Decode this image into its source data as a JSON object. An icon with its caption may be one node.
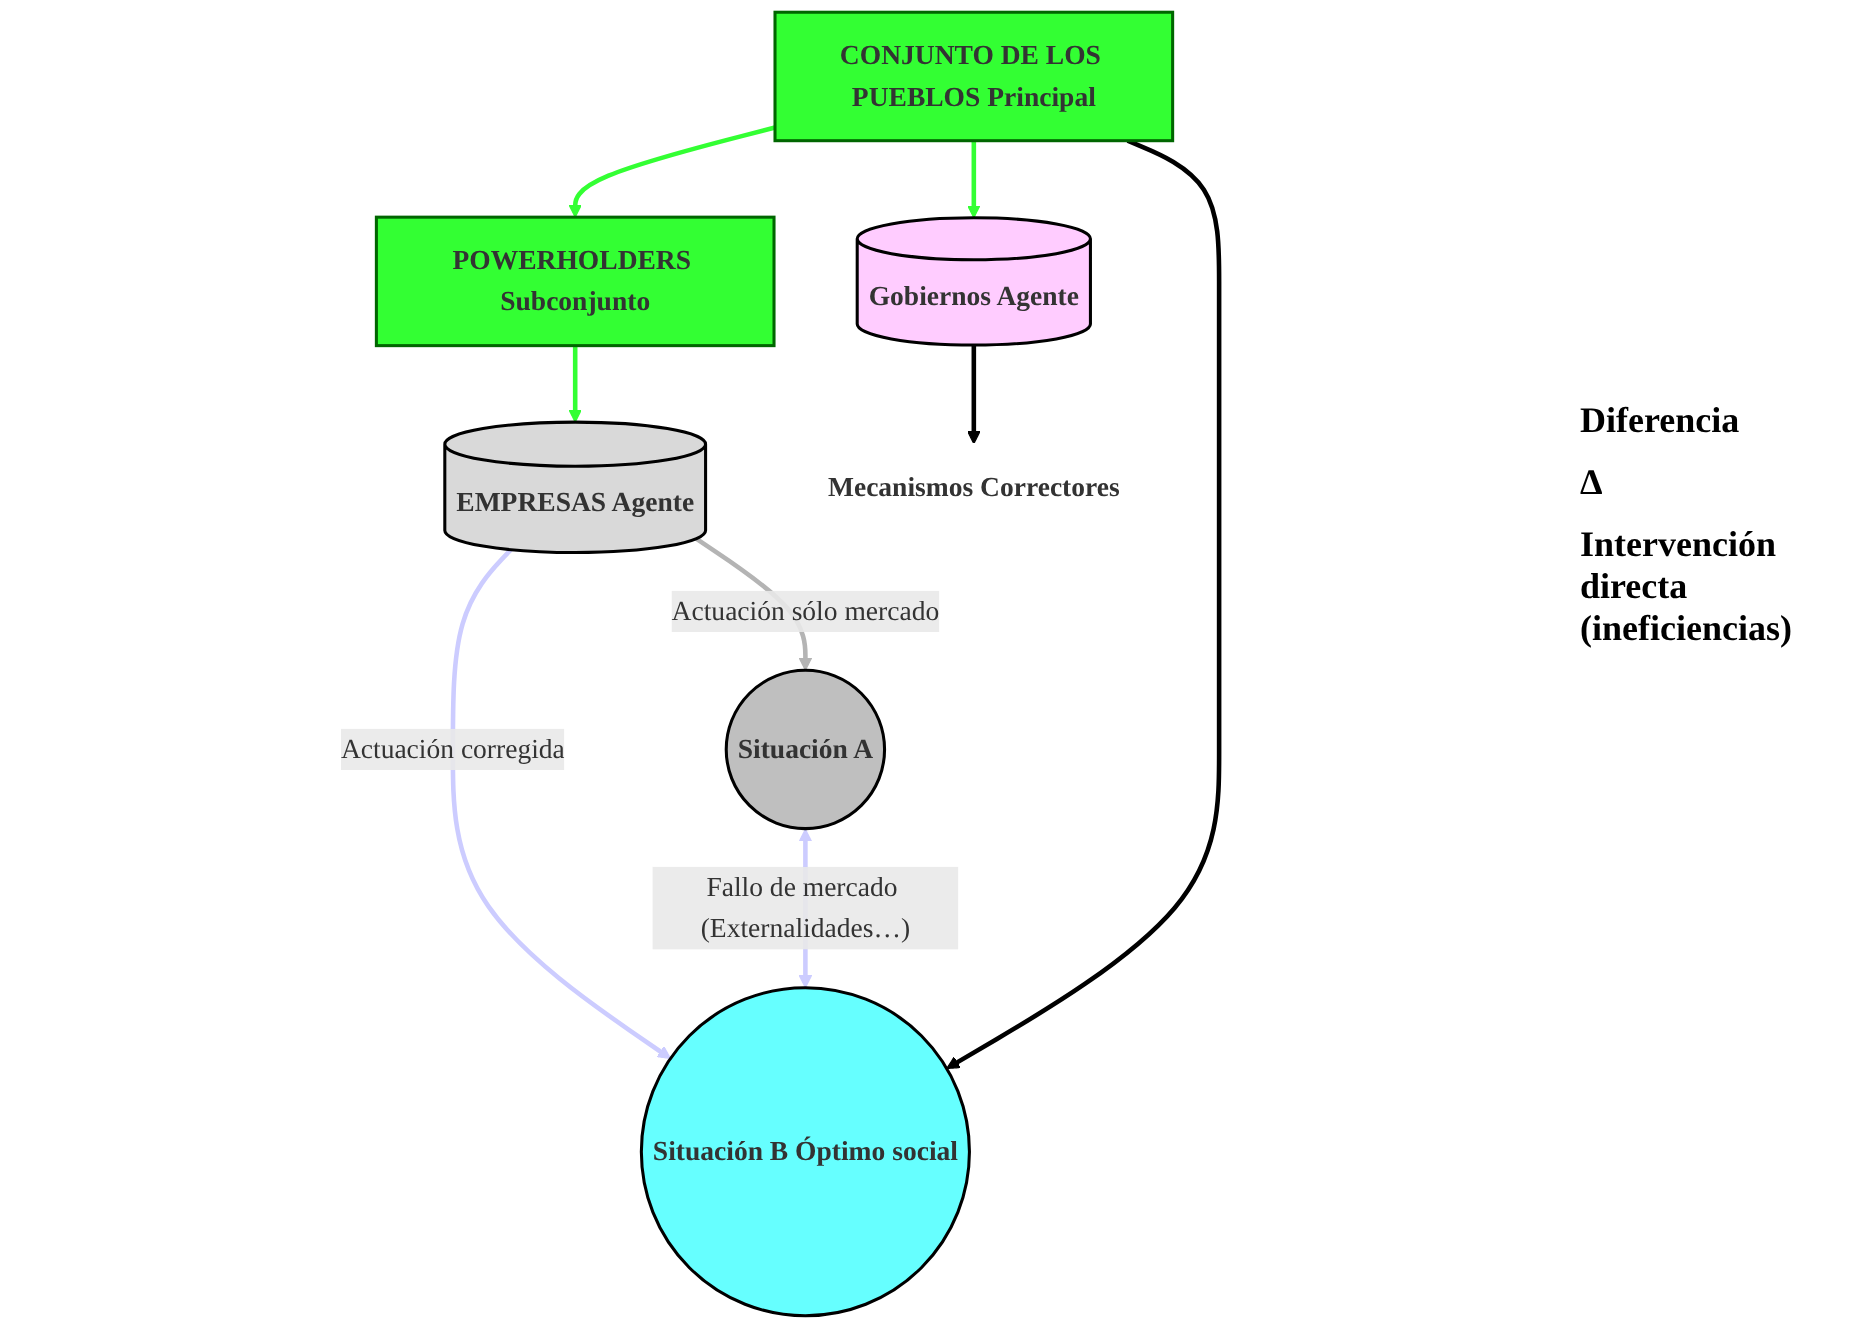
{
  "diagram": {
    "nodes": [
      {
        "text": [
          "EMPRESAS Agente"
        ]
      },
      {
        "text": [
          "Situación A"
        ]
      },
      {
        "text": [
          "POWERHOLDERS Subconjunto"
        ]
      },
      {
        "text": [
          "Gobiernos Agente"
        ]
      },
      {
        "text": [
          "Situación B Óptimo social"
        ]
      },
      {
        "text": [
          "CONJUNTO DE LOS PUEBLOS Principal"
        ]
      },
      {
        "text": [
          "Mecanismos Correctores"
        ]
      }
    ],
    "edges": [
      {
        "from": 0,
        "to": 1,
        "arrow": "to",
        "label": "Actuación sólo mercado",
        "color": "#b4b4b4"
      },
      {
        "from": 0,
        "to": 4,
        "arrow": "to",
        "label": "Actuación corregida",
        "color": "#ccccff"
      },
      {
        "from": 1,
        "to": 4,
        "arrow": "both",
        "label": "Fallo de mercado (Externalidades…)",
        "color": "#ccccff"
      },
      {
        "from": 2,
        "to": 0,
        "arrow": "to",
        "color": "#33ff33"
      },
      {
        "from": 5,
        "to": 2,
        "arrow": "to",
        "color": "#33ff33"
      },
      {
        "from": 5,
        "to": 3,
        "arrow": "to",
        "color": "#33ff33"
      },
      {
        "from": 3,
        "to": 6,
        "arrow": "to",
        "color": "#000000"
      },
      {
        "from": 5,
        "to": 4,
        "arrow": "to",
        "color": "#000000"
      }
    ],
    "labels": [
      "Diferencia",
      "Δ",
      "Intervención directa (ineficiencias)"
    ]
  }
}
